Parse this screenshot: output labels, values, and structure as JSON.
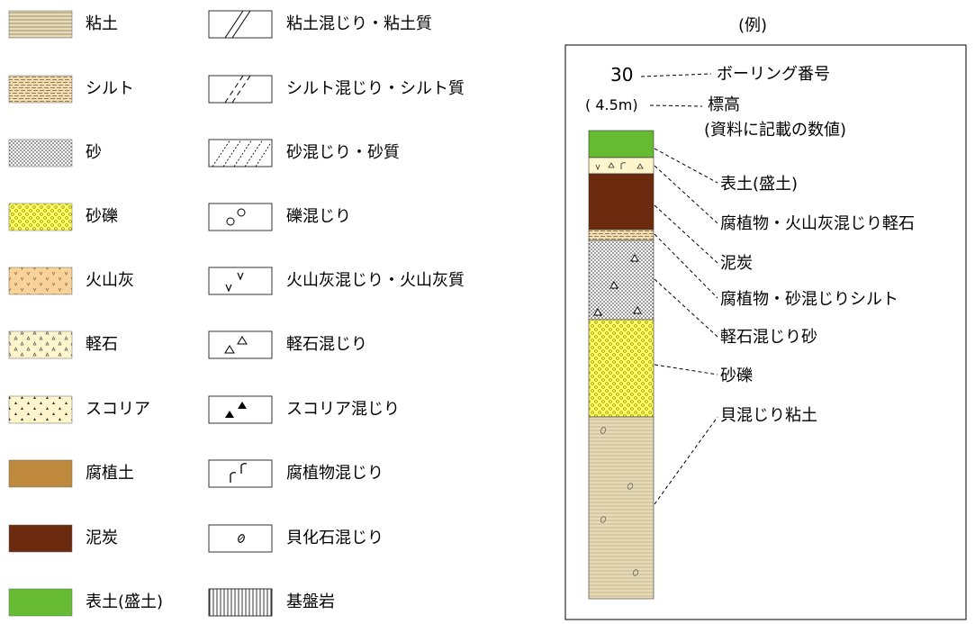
{
  "legend": {
    "soil_types": [
      {
        "key": "clay",
        "label": "粘土"
      },
      {
        "key": "silt",
        "label": "シルト"
      },
      {
        "key": "sand",
        "label": "砂"
      },
      {
        "key": "gravel",
        "label": "砂礫"
      },
      {
        "key": "ash",
        "label": "火山灰"
      },
      {
        "key": "pumice",
        "label": "軽石"
      },
      {
        "key": "scoria",
        "label": "スコリア"
      },
      {
        "key": "humus",
        "label": "腐植土"
      },
      {
        "key": "peat",
        "label": "泥炭"
      },
      {
        "key": "topsoil",
        "label": "表土(盛土)"
      }
    ],
    "admixtures": [
      {
        "key": "clay_mix",
        "label": "粘土混じり・粘土質"
      },
      {
        "key": "silt_mix",
        "label": "シルト混じり・シルト質"
      },
      {
        "key": "sand_mix",
        "label": "砂混じり・砂質"
      },
      {
        "key": "gravel_mix",
        "label": "礫混じり"
      },
      {
        "key": "ash_mix",
        "label": "火山灰混じり・火山灰質"
      },
      {
        "key": "pumice_mix",
        "label": "軽石混じり"
      },
      {
        "key": "scoria_mix",
        "label": "スコリア混じり"
      },
      {
        "key": "humus_mix",
        "label": "腐植物混じり"
      },
      {
        "key": "shell_mix",
        "label": "貝化石混じり"
      },
      {
        "key": "bedrock",
        "label": "基盤岩"
      }
    ]
  },
  "example": {
    "title": "(例)",
    "boring_number": "30",
    "boring_number_label": "ボーリング番号",
    "elevation": "( 4.5m)",
    "elevation_label": "標高",
    "elevation_note": "(資料に記載の数値)",
    "layers": [
      {
        "label": "表土(盛土)"
      },
      {
        "label": "腐植物・火山灰混じり軽石"
      },
      {
        "label": "泥炭"
      },
      {
        "label": "腐植物・砂混じりシルト"
      },
      {
        "label": "軽石混じり砂"
      },
      {
        "label": "砂礫"
      },
      {
        "label": "貝混じり粘土"
      }
    ]
  },
  "colors": {
    "clay": "#e8dcb8",
    "silt": "#f2ddb0",
    "gravel": "#ffff66",
    "ash": "#f7d39a",
    "pumice": "#fff5cc",
    "scoria": "#fff5cc",
    "humus": "#c08a3e",
    "peat": "#6b2a0e",
    "topsoil": "#66bb33"
  }
}
